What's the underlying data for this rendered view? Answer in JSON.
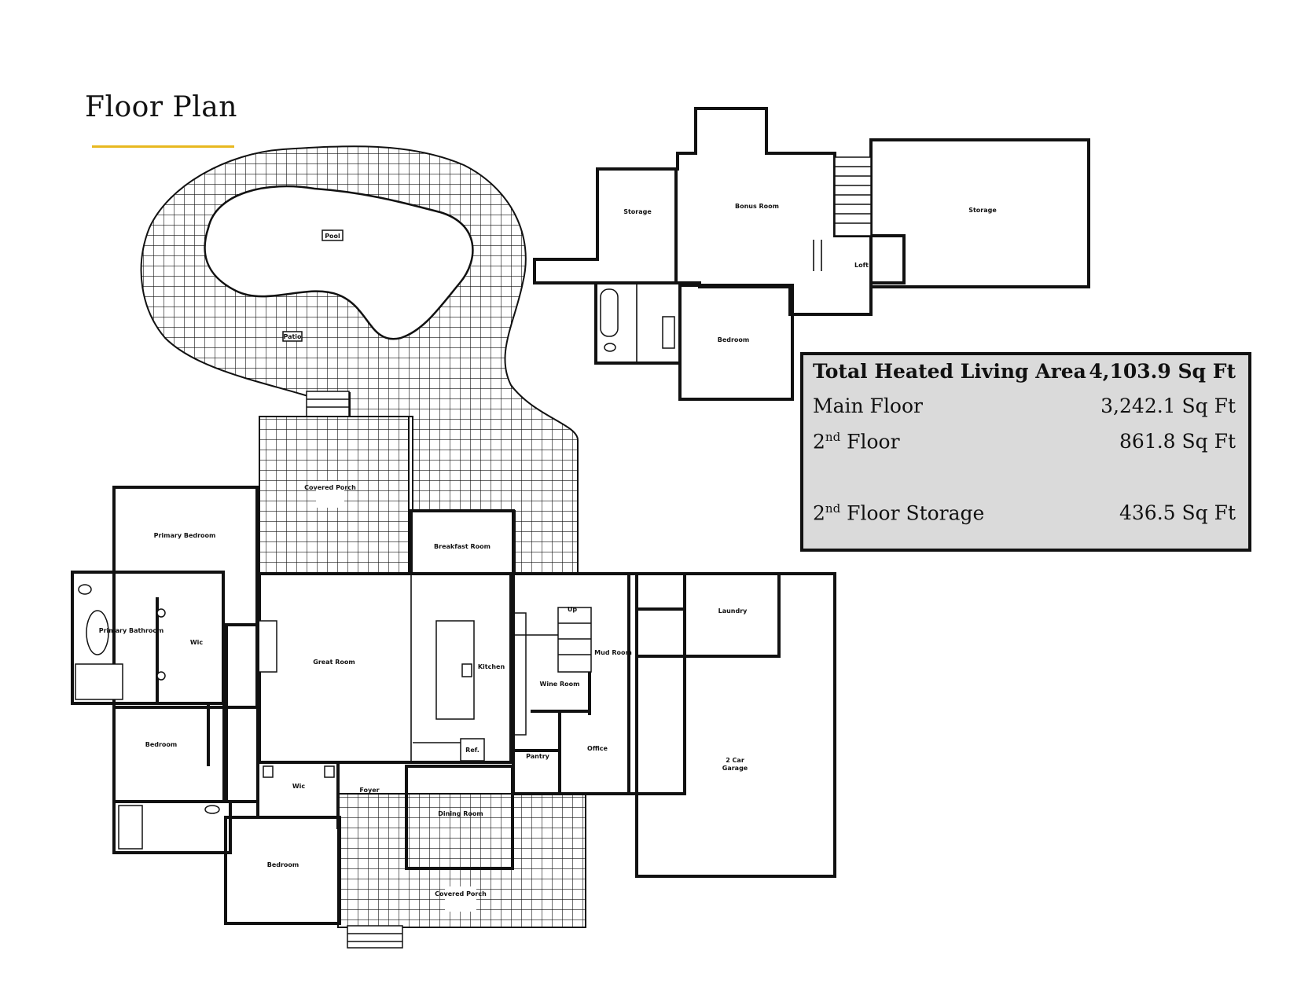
{
  "title": "Floor Plan",
  "colors": {
    "accent": "#e8b820",
    "box_bg": "#dadada",
    "line": "#111111"
  },
  "areas": {
    "total_label": "Total Heated Living Area",
    "total_value": "4,103.9 Sq Ft",
    "main_label": "Main Floor",
    "main_value": "3,242.1 Sq Ft",
    "second_label_num": "2",
    "second_label_sup": "nd",
    "second_label_rest": " Floor",
    "second_value": "861.8 Sq Ft",
    "storage_label_num": "2",
    "storage_label_sup": "nd",
    "storage_label_rest": " Floor Storage",
    "storage_value": "436.5 Sq Ft"
  },
  "rooms": {
    "pool": "Pool",
    "patio": "Patio",
    "covered_porch_back": "Covered Porch",
    "primary_bedroom": "Primary Bedroom",
    "primary_bathroom": "Primary Bathroom",
    "wic_primary": "Wic",
    "great_room": "Great Room",
    "breakfast_room": "Breakfast Room",
    "kitchen": "Kitchen",
    "ref": "Ref.",
    "bedroom_west": "Bedroom",
    "wic_hall": "Wic",
    "foyer": "Foyer",
    "dining_room": "Dining Room",
    "bedroom_south": "Bedroom",
    "covered_porch_front": "Covered Porch",
    "wine_room": "Wine Room",
    "mud_room": "Mud Room",
    "laundry": "Laundry",
    "pantry": "Pantry",
    "office": "Office",
    "garage_line1": "2 Car",
    "garage_line2": "Garage",
    "up": "Up",
    "storage_2a": "Storage",
    "bonus_room": "Bonus Room",
    "storage_2b": "Storage",
    "loft": "Loft",
    "bedroom_2nd": "Bedroom"
  }
}
